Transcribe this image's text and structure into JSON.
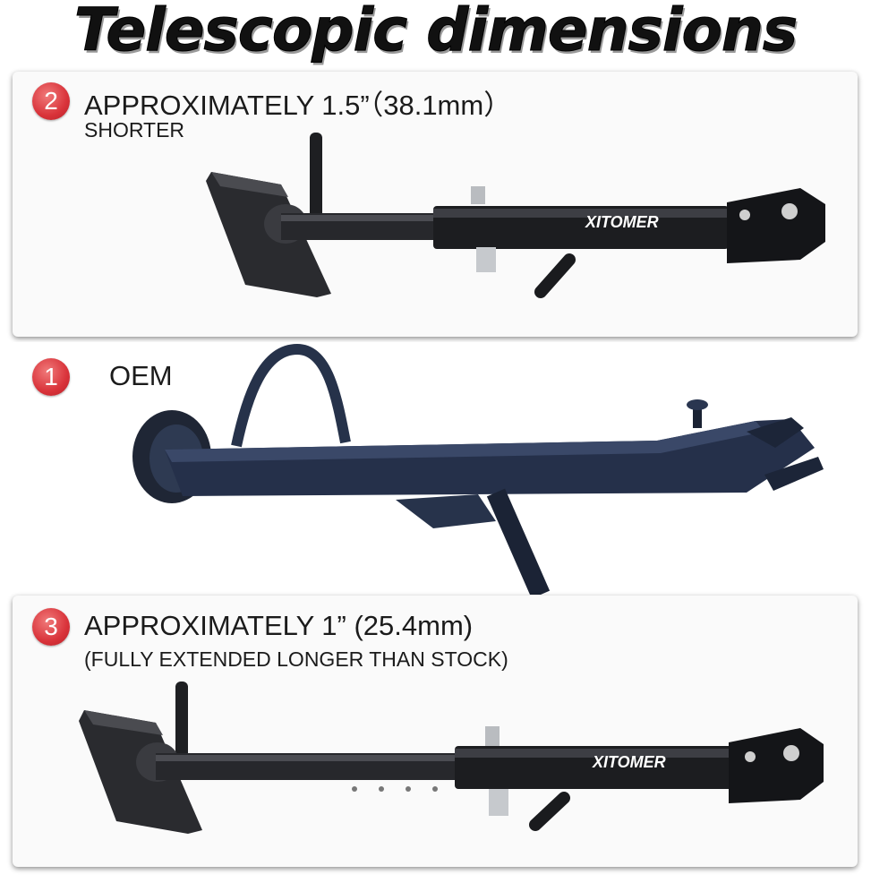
{
  "title": "Telescopic dimensions",
  "panels": [
    {
      "badge": "2",
      "heading": "APPROXIMATELY 1.5”（38.1mm）",
      "subheading": "SHORTER",
      "brand": "XITOMER"
    },
    {
      "badge": "1",
      "heading": "OEM"
    },
    {
      "badge": "3",
      "heading": "APPROXIMATELY 1” (25.4mm)",
      "subheading": "(FULLY EXTENDED LONGER THAN STOCK)",
      "brand": "XITOMER"
    }
  ],
  "colors": {
    "badge": "#d9333a",
    "metal_black": "#1e1f22",
    "oem_blue_black": "#1f2a3c",
    "panel_background": "#fafafa"
  }
}
